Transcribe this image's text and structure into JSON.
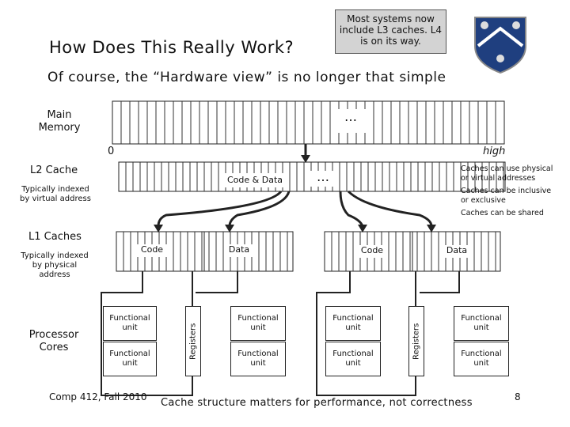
{
  "header": {
    "title": "How Does This Really Work?",
    "callout": "Most systems now include L3 caches. L4 is on its way.",
    "subtitle": "Of course, the “Hardware view” is no longer that simple"
  },
  "main_memory": {
    "label": "Main Memory",
    "ellipsis": "…",
    "start_label": "0",
    "end_label": "high"
  },
  "l2": {
    "label": "L2 Cache",
    "note": "Typically indexed by virtual address",
    "box_label": "Code & Data",
    "ellipsis": "…"
  },
  "side_notes": [
    "Caches can use physical or virtual addresses",
    "Caches can be inclusive or exclusive",
    "Caches can be shared"
  ],
  "l1": {
    "label": "L1 Caches",
    "note": "Typically indexed by physical address",
    "boxes": [
      "Code",
      "Data",
      "Code",
      "Data"
    ]
  },
  "cores": {
    "label": "Processor Cores",
    "functional_unit": "Functional unit",
    "registers": "Registers"
  },
  "footer": {
    "course": "Comp 412, Fall 2010",
    "message": "Cache structure matters for performance, not correctness",
    "page": "8"
  },
  "colors": {
    "callout_bg": "#d3d3d3",
    "logo_blue": "#1f3f7f"
  }
}
